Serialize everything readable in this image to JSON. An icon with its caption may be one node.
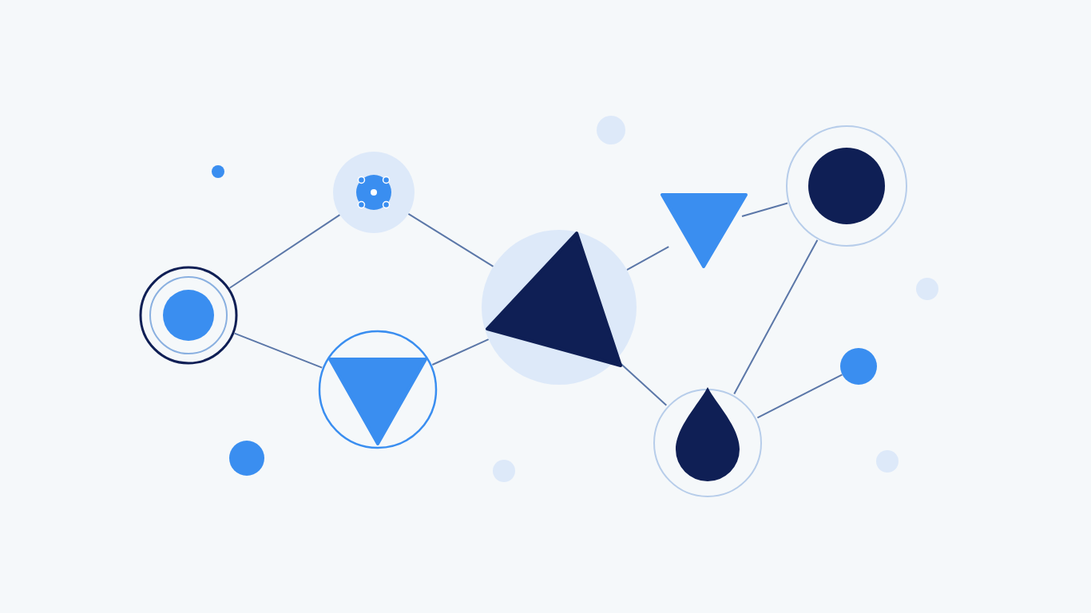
{
  "diagram": {
    "nodes": [
      {
        "text": [],
        "shape": "circle"
      },
      {
        "text": [],
        "shape": "circle"
      },
      {
        "text": [],
        "shape": "circle"
      },
      {
        "text": [],
        "shape": "circle"
      },
      {
        "text": [],
        "shape": "triangle"
      },
      {
        "text": [],
        "shape": "circle"
      },
      {
        "text": [],
        "shape": "drop"
      },
      {
        "text": [],
        "shape": "circle"
      }
    ],
    "edges": [
      {
        "from": 0,
        "to": 1,
        "arrow": "none"
      },
      {
        "from": 0,
        "to": 2,
        "arrow": "none"
      },
      {
        "from": 1,
        "to": 3,
        "arrow": "none"
      },
      {
        "from": 2,
        "to": 3,
        "arrow": "none"
      },
      {
        "from": 3,
        "to": 4,
        "arrow": "none"
      },
      {
        "from": 4,
        "to": 5,
        "arrow": "none"
      },
      {
        "from": 3,
        "to": 6,
        "arrow": "none"
      },
      {
        "from": 5,
        "to": 6,
        "arrow": "none"
      },
      {
        "from": 6,
        "to": 7,
        "arrow": "none"
      }
    ]
  }
}
